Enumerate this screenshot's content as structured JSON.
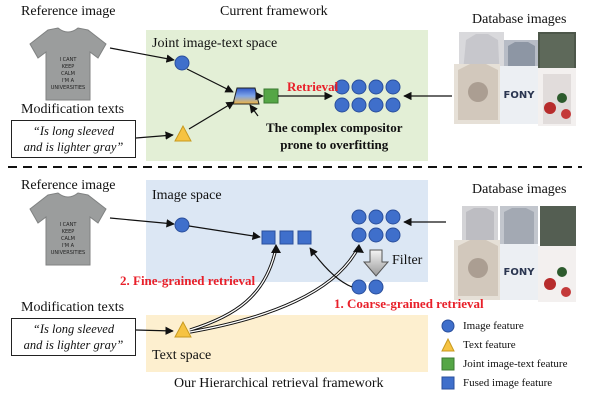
{
  "top": {
    "reference_label": "Reference image",
    "framework_label": "Current framework",
    "database_label": "Database images",
    "joint_space_label": "Joint image-text space",
    "modification_label": "Modification texts",
    "query_line1": "“Is long sleeved",
    "query_line2": "and is lighter gray”",
    "retrieval_label": "Retrieval",
    "compositor_line1": "The complex compositor",
    "compositor_line2": "prone to overfitting"
  },
  "bottom": {
    "reference_label": "Reference image",
    "database_label": "Database images",
    "image_space_label": "Image space",
    "filter_label": "Filter",
    "fine_label": "2. Fine-grained retrieval",
    "coarse_label": "1. Coarse-grained retrieval",
    "modification_label": "Modification texts",
    "query_line1": "“Is long sleeved",
    "query_line2": "and is lighter gray”",
    "text_space_label": "Text space",
    "caption": "Our Hierarchical retrieval framework"
  },
  "legend": {
    "image_feature": "Image feature",
    "text_feature": "Text feature",
    "joint_feature": "Joint image-text feature",
    "fused_feature": "Fused image feature"
  },
  "shirt_print_lines": [
    "I CANT",
    "KEEP",
    "CALM",
    "I'M A",
    "UNIVERSITIES"
  ],
  "colors": {
    "joint_space_bg": "#E3EFD6",
    "image_space_bg": "#DCE7F4",
    "text_space_bg": "#FDEFCF",
    "image_feature": "#3F6FCB",
    "text_feature": "#F6C342",
    "joint_feature": "#55A646",
    "fused_feature": "#3F6FCB",
    "highlight_red": "#E8202A"
  }
}
